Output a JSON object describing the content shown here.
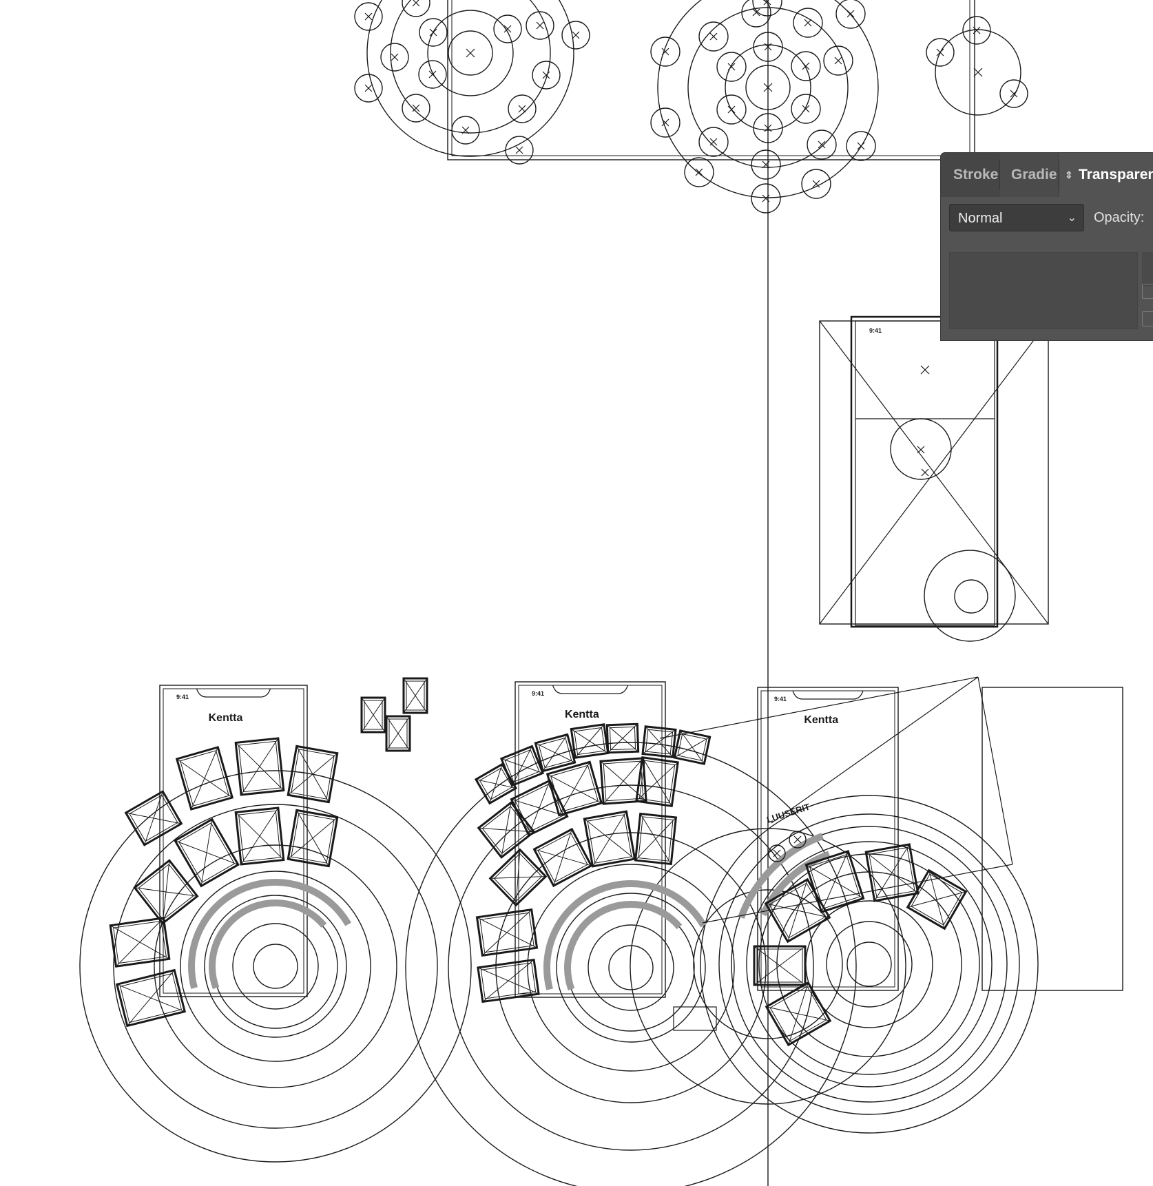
{
  "canvas": {
    "background": "#ffffff",
    "stroke_color": "#1a1a1a",
    "highlight_arc_color": "#9a9a9a",
    "phone_status_time": "9:41",
    "phone_logo_text": "Kentta",
    "arc_label": "LUUSERIT"
  },
  "panel": {
    "tabs": [
      {
        "label": "Stroke",
        "active": false
      },
      {
        "label": "Gradie",
        "active": false
      },
      {
        "label": "Transparen",
        "active": true
      }
    ],
    "blend_mode": "Normal",
    "opacity_label": "Opacity:",
    "colors": {
      "panel_bg": "#535353",
      "tabbar_bg": "#464646",
      "field_bg": "#3d3d3d",
      "text": "#ffffff"
    },
    "icons": {
      "tab_toggle": "up-down-arrows-icon",
      "dropdown": "chevron-down-icon"
    }
  }
}
